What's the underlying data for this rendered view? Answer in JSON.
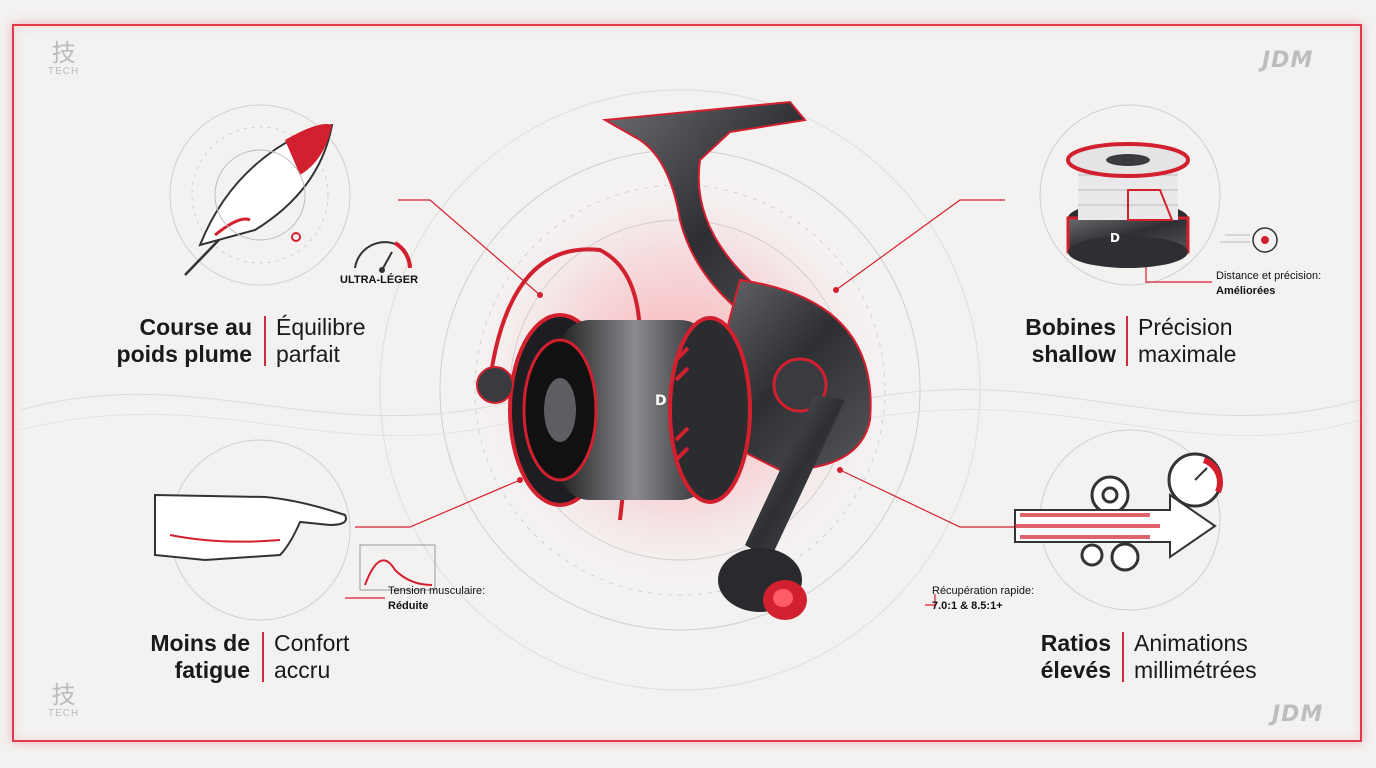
{
  "corners": {
    "top_left_kanji": "技",
    "top_left_label": "TECH",
    "bottom_left_kanji": "技",
    "bottom_left_label": "TECH",
    "top_right_brand": "JDM",
    "bottom_right_brand": "JDM"
  },
  "features": {
    "f1": {
      "bold_line1": "Course au",
      "bold_line2": "poids plume",
      "light_line1": "Équilibre",
      "light_line2": "parfait"
    },
    "f2": {
      "bold_line1": "Bobines",
      "bold_line2": "shallow",
      "light_line1": "Précision",
      "light_line2": "maximale"
    },
    "f3": {
      "bold_line1": "Moins de",
      "bold_line2": "fatigue",
      "light_line1": "Confort",
      "light_line2": "accru"
    },
    "f4": {
      "bold_line1": "Ratios",
      "bold_line2": "élevés",
      "light_line1": "Animations",
      "light_line2": "millimétrées"
    }
  },
  "annotations": {
    "ultralight": "ULTRA-LÉGER",
    "distance_label": "Distance et précision:",
    "distance_value": "Améliorées",
    "tension_label": "Tension musculaire:",
    "tension_value": "Réduite",
    "recup_label": "Récupération rapide:",
    "recup_value": "7.0:1 & 8.5:1+"
  },
  "reel_logo": "D",
  "spool_logo": "D",
  "colors": {
    "accent": "#d3202f",
    "dark": "#3a3b3f",
    "bg": "#f3f2f1"
  }
}
